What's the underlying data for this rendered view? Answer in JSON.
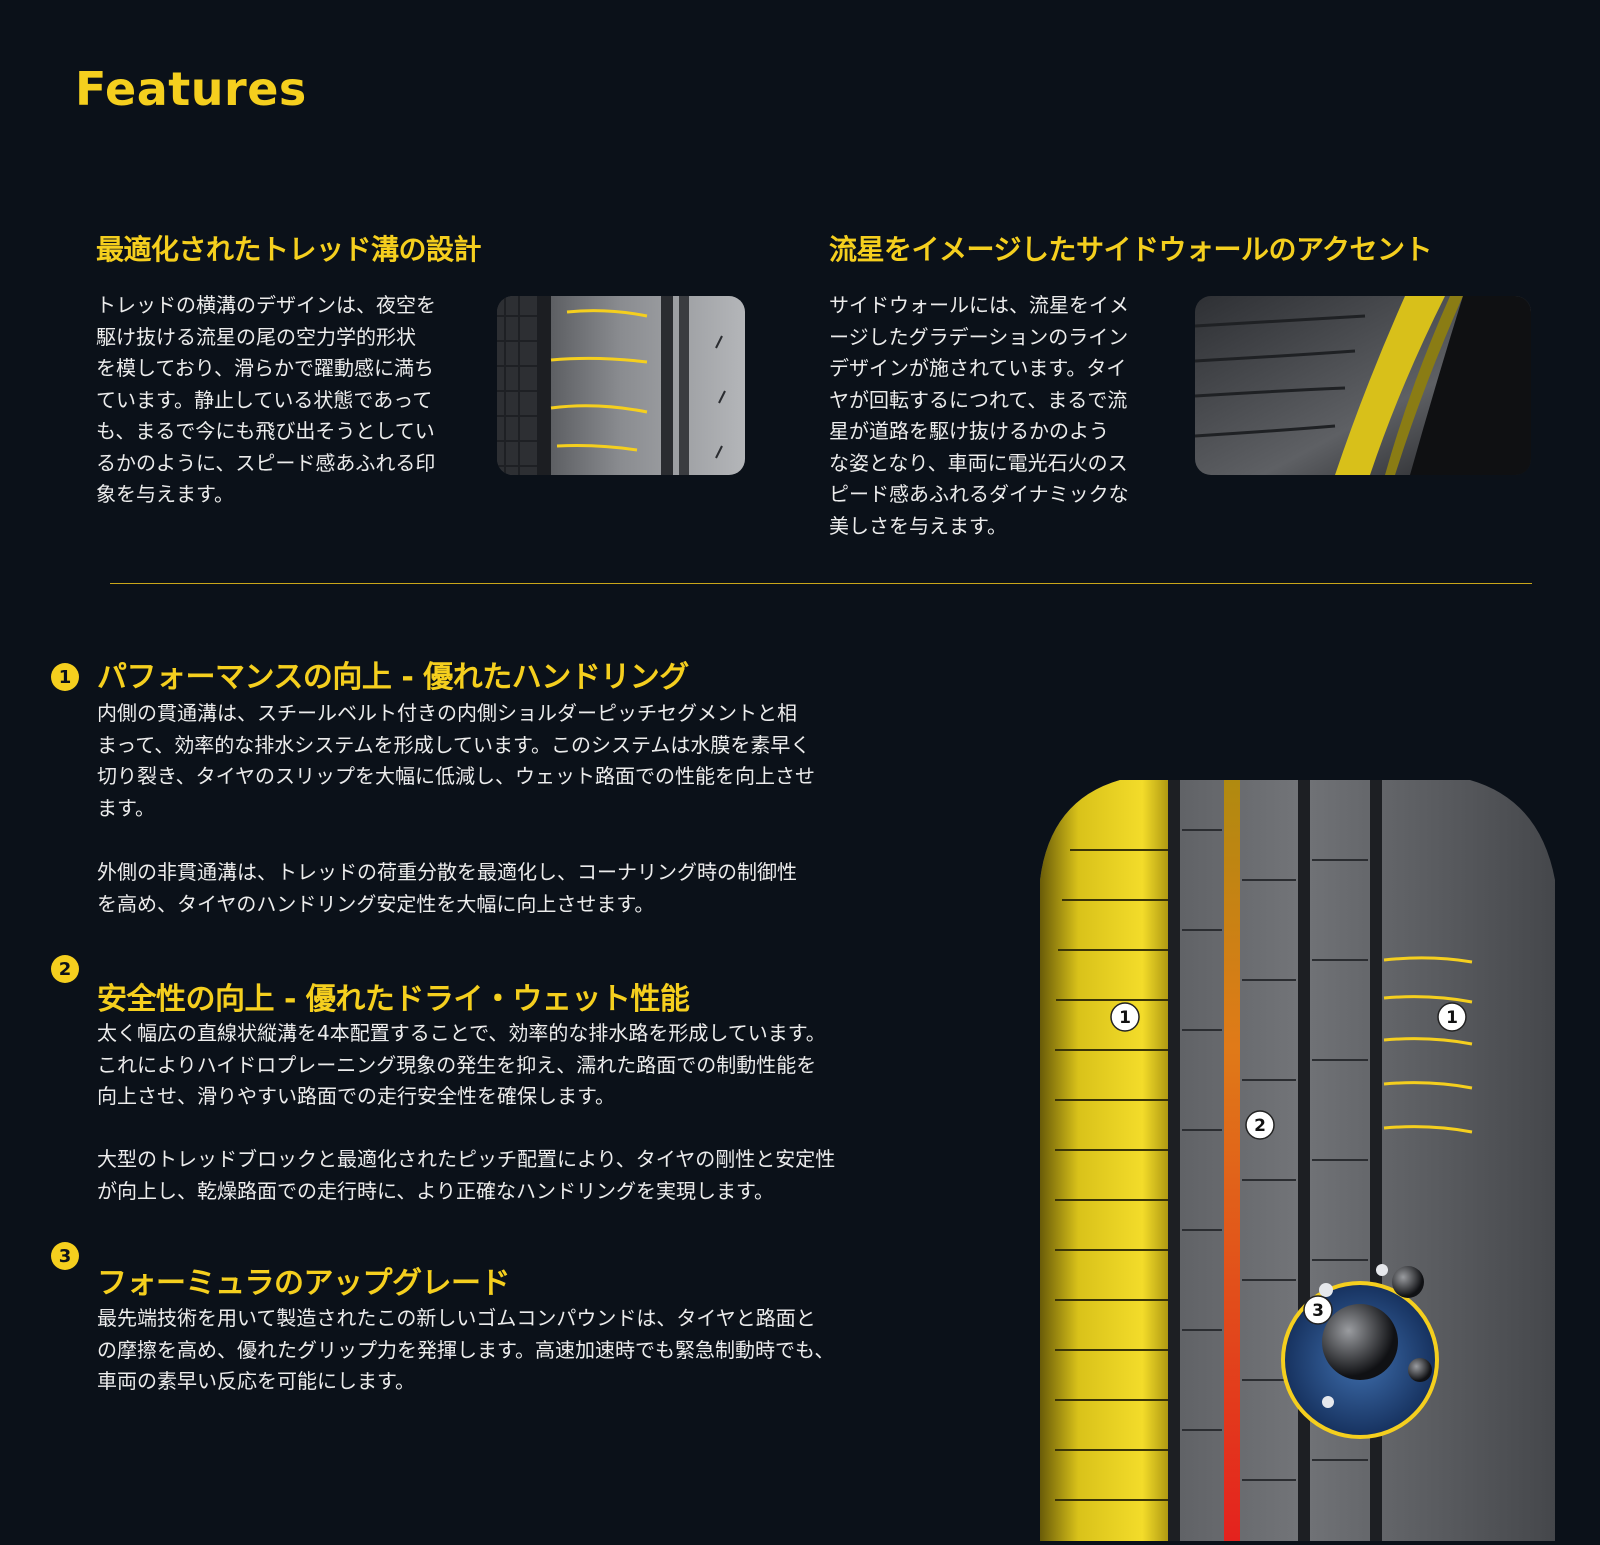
{
  "page": {
    "title": "Features"
  },
  "features": [
    {
      "title": "最適化されたトレッド溝の設計",
      "text": "トレッドの横溝のデザインは、夜空を\n駆け抜ける流星の尾の空力学的形状\nを模しており、滑らかで躍動感に満ち\nています。静止している状態であって\nも、まるで今にも飛び出そうとしてい\nるかのように、スピード感あふれる印\n象を与えます。"
    },
    {
      "title": "流星をイメージしたサイドウォールのアクセント",
      "text": "サイドウォールには、流星をイメ\nージしたグラデーションのライン\nデザインが施されています。タイ\nヤが回転するにつれて、まるで流\n星が道路を駆け抜けるかのよう\nな姿となり、車両に電光石火のス\nピード感あふれるダイナミックな\n美しさを与えます。"
    }
  ],
  "points": [
    {
      "number": "1",
      "title": "パフォーマンスの向上 - 優れたハンドリング",
      "paragraphs": [
        "内側の貫通溝は、スチールベルト付きの内側ショルダーピッチセグメントと相\nまって、効率的な排水システムを形成しています。このシステムは水膜を素早く\n切り裂き、タイヤのスリップを大幅に低減し、ウェット路面での性能を向上させ\nます。",
        "外側の非貫通溝は、トレッドの荷重分散を最適化し、コーナリング時の制御性\nを高め、タイヤのハンドリング安定性を大幅に向上させます。"
      ]
    },
    {
      "number": "2",
      "title": "安全性の向上 - 優れたドライ・ウェット性能",
      "paragraphs": [
        "太く幅広の直線状縦溝を4本配置することで、効率的な排水路を形成しています。\nこれによりハイドロプレーニング現象の発生を抑え、濡れた路面での制動性能を\n向上させ、滑りやすい路面での走行安全性を確保します。",
        "大型のトレッドブロックと最適化されたピッチ配置により、タイヤの剛性と安定性\nが向上し、乾燥路面での走行時に、より正確なハンドリングを実現します。"
      ]
    },
    {
      "number": "3",
      "title": "フォーミュラのアップグレード",
      "paragraphs": [
        "最先端技術を用いて製造されたこの新しいゴムコンパウンドは、タイヤと路面と\nの摩擦を高め、優れたグリップ力を発揮します。高速加速時でも緊急制動時でも、\n車両の素早い反応を可能にします。"
      ]
    }
  ],
  "tire_markers": [
    "1",
    "1",
    "2",
    "3"
  ],
  "colors": {
    "accent": "#f5cf1e",
    "background": "#0b1119"
  }
}
